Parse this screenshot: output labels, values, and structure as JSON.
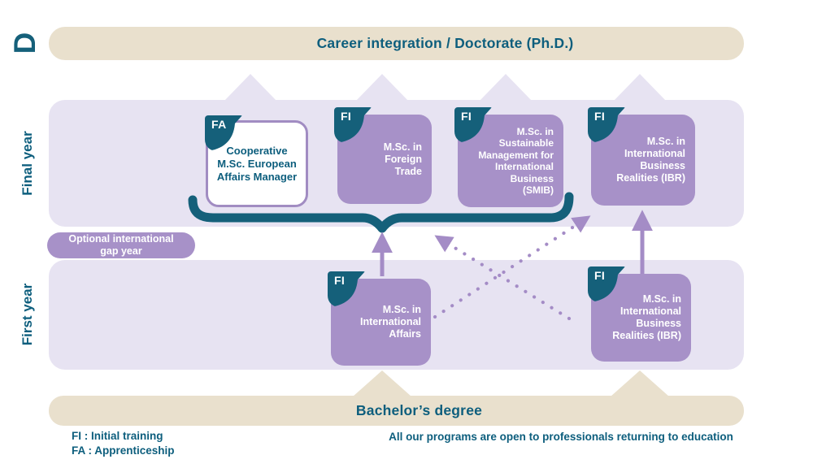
{
  "colors": {
    "teal": "#15607a",
    "tealText": "#0d5e7d",
    "purple": "#a791c8",
    "purpleBorder": "#a18cc2",
    "lavender": "#e7e3f2",
    "beige": "#e9e0cd",
    "arrow": "#a48cc6"
  },
  "corner_letter": "D",
  "career_bar": {
    "label": "Career integration / Doctorate (Ph.D.)"
  },
  "bachelor_bar": {
    "label": "Bachelor’s degree"
  },
  "row_labels": {
    "final": "Final year",
    "first": "First year"
  },
  "gap_pill": {
    "label": "Optional international\ngap year"
  },
  "badge_legend": {
    "fi": "FI : Initial training",
    "fa": "FA : Apprenticeship"
  },
  "note": "All our programs are open to professionals returning to education",
  "programs": {
    "final": [
      {
        "badge": "FA",
        "label": "Cooperative\nM.Sc. European\nAffairs Manager"
      },
      {
        "badge": "FI",
        "label": "M.Sc. in\nForeign\nTrade"
      },
      {
        "badge": "FI",
        "label": "M.Sc. in\nSustainable\nManagement for\nInternational\nBusiness\n(SMIB)"
      },
      {
        "badge": "FI",
        "label": "M.Sc. in\nInternational\nBusiness\nRealities (IBR)"
      }
    ],
    "first": [
      {
        "badge": "FI",
        "label": "M.Sc. in\nInternational\nAffairs"
      },
      {
        "badge": "FI",
        "label": "M.Sc. in\nInternational\nBusiness\nRealities (IBR)"
      }
    ]
  }
}
